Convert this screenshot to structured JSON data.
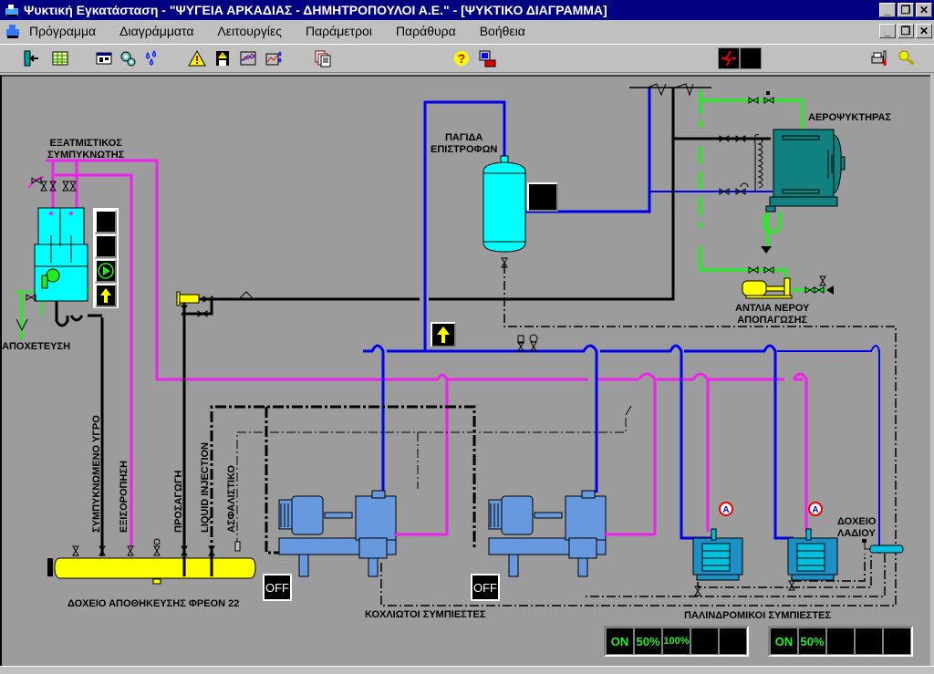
{
  "window": {
    "title": "Ψυκτική Εγκατάσταση - \"ΨΥΓΕΙΑ ΑΡΚΑΔΙΑΣ - ΔΗΜΗΤΡΟΠΟΥΛΟΙ Α.Ε.\" - [ΨΥΚΤΙΚΟ ΔΙΑΓΡΑΜΜΑ]",
    "minimize": "_",
    "restore": "❐",
    "close": "✕"
  },
  "menu": {
    "items": [
      "Πρόγραμμα",
      "Διαγράμματα",
      "Λειτουργίες",
      "Παράμετροι",
      "Παράθυρα",
      "Βοήθεια"
    ]
  },
  "toolbar": {
    "buttons": [
      {
        "icon": "exit-door-icon",
        "glyph": "⇤"
      },
      {
        "icon": "table-grid-icon",
        "glyph": "▦"
      },
      {
        "icon": "window-panel-icon",
        "glyph": "▣"
      },
      {
        "icon": "gears-icon",
        "glyph": "⚙"
      },
      {
        "icon": "water-drops-icon",
        "glyph": "💧"
      },
      {
        "icon": "warning-icon",
        "glyph": "⚠"
      },
      {
        "icon": "save-alarm-icon",
        "glyph": "💾"
      },
      {
        "icon": "line-chart-icon",
        "glyph": "📈"
      },
      {
        "icon": "line-chart-drops-icon",
        "glyph": "📉"
      },
      {
        "icon": "documents-stack-icon",
        "glyph": "🗐"
      },
      {
        "icon": "help-icon",
        "glyph": "?"
      },
      {
        "icon": "remote-computer-phone-icon",
        "glyph": "☎"
      },
      {
        "icon": "printer-config-icon",
        "glyph": "🖶"
      },
      {
        "icon": "key-icon",
        "glyph": "🔑"
      }
    ],
    "alarm_glyph": "ϟ"
  },
  "diagram": {
    "labels": {
      "evap_condenser": [
        "ΕΞΑΤΜΙΣΤΙΚΟΣ",
        "ΣΥΜΠΥΚΝΩΤΗΣ"
      ],
      "drain": "ΑΠΟΧΕΤΕΥΣΗ",
      "return_trap": [
        "ΠΑΓΙΔΑ",
        "ΕΠΙΣΤΡΟΦΩΝ"
      ],
      "air_cooler": "ΑΕΡΟΨΥΚΤΗΡΑΣ",
      "defrost_pump": [
        "ΑΝΤΛΙΑ ΝΕΡΟΥ",
        "ΑΠΟΠΑΓΩΣΗΣ"
      ],
      "condensed_liquid": "ΣΥΜΠΥΚΝΩΜΕΝΟ ΥΓΡΟ",
      "equalization": "ΕΞΙΣΟΡΟΠΗΣΗ",
      "supply": "ΠΡΟΣΑΓΩΓΗ",
      "liquid_injection": "LIQUID INJECTION",
      "safety": "ΑΣΦΑΛΙΣΤΙΚΟ",
      "receiver_tank": "ΔΟΧΕΙΟ ΑΠΟΘΗΚΕΥΣΗΣ ΦΡΕΟΝ 22",
      "screw_compressors": "ΚΟΧΛΙΩΤΟΙ ΣΥΜΠΙΕΣΤΕΣ",
      "reciprocating_compressors": "ΠΑΛΙΝΔΡΟΜΙΚΟΙ ΣΥΜΠΙΕΣΤΕΣ",
      "oil_tank": [
        "ΔΟΧΕΙΟ",
        "ΛΑΔΙΟΥ"
      ]
    },
    "screw_compressor_1": {
      "state": "OFF"
    },
    "screw_compressor_2": {
      "state": "OFF"
    },
    "auto_badge": "A",
    "reciprocating_group_1_status": [
      "ON",
      "50%",
      "100%",
      "",
      ""
    ],
    "reciprocating_group_2_status": [
      "ON",
      "50%",
      "",
      "",
      ""
    ],
    "condenser_indicators": {
      "pump": "running",
      "fan": "up"
    },
    "trap_indicator": "up"
  },
  "colors": {
    "title_bar": "#000080",
    "canvas": "#9c9c9c",
    "suction_line": "#0000ee",
    "discharge_line": "#ee22ee",
    "water_line": "#22ee22",
    "liquid_line": "#000000",
    "vessel_cyan": "#00ffff",
    "tank_yellow": "#ffff00",
    "compressor_blue": "#6699dd",
    "status_text": "#22ee22"
  }
}
